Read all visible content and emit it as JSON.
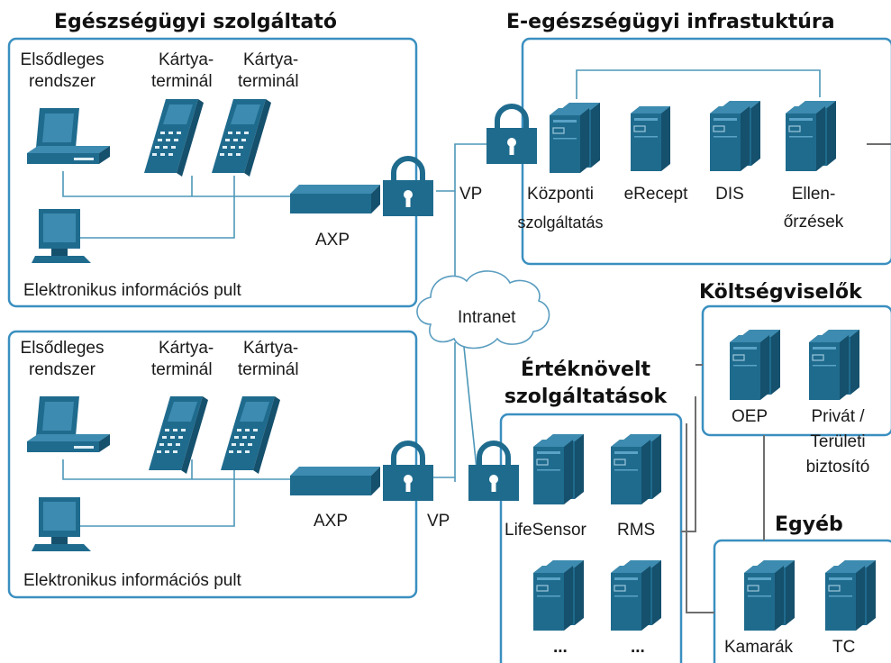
{
  "sections": {
    "provider_top_title": "Egészségügyi szolgáltató",
    "infra_title": "E-egészségügyi infrastuktúra",
    "payers_title": "Költségviselők",
    "value_added_title_line1": "Értéknövelt",
    "value_added_title_line2": "szolgáltatások",
    "other_title": "Egyéb"
  },
  "provider_top": {
    "primary_system_l1": "Elsődleges",
    "primary_system_l2": "rendszer",
    "card_terminal_a_l1": "Kártya-",
    "card_terminal_a_l2": "terminál",
    "card_terminal_b_l1": "Kártya-",
    "card_terminal_b_l2": "terminál",
    "axp": "AXP",
    "kiosk": "Elektronikus információs pult"
  },
  "provider_bottom": {
    "primary_system_l1": "Elsődleges",
    "primary_system_l2": "rendszer",
    "card_terminal_a_l1": "Kártya-",
    "card_terminal_a_l2": "terminál",
    "card_terminal_b_l1": "Kártya-",
    "card_terminal_b_l2": "terminál",
    "axp": "AXP",
    "kiosk": "Elektronikus információs pult"
  },
  "network": {
    "vp_top": "VP",
    "vp_bottom": "VP",
    "intranet": "Intranet"
  },
  "infra": {
    "central_l1": "Központi",
    "central_l2": "szolgáltatás",
    "erecept": "eRecept",
    "dis": "DIS",
    "checks_l1": "Ellen-",
    "checks_l2": "őrzések"
  },
  "payers": {
    "oep": "OEP",
    "private_l1": "Privát /",
    "private_l2": "Területi",
    "private_l3": "biztosító"
  },
  "value_added": {
    "lifesensor": "LifeSensor",
    "rms": "RMS",
    "more_a": "...",
    "more_b": "..."
  },
  "other": {
    "chambers": "Kamarák",
    "tc": "TC"
  },
  "colors": {
    "box_border": "#3a8fc0",
    "device_fill": "#1f6b8e",
    "device_dark": "#15506c",
    "device_light": "#3d8bb0",
    "connector": "#4d97b8",
    "connector_dark": "#6e6e6e"
  }
}
